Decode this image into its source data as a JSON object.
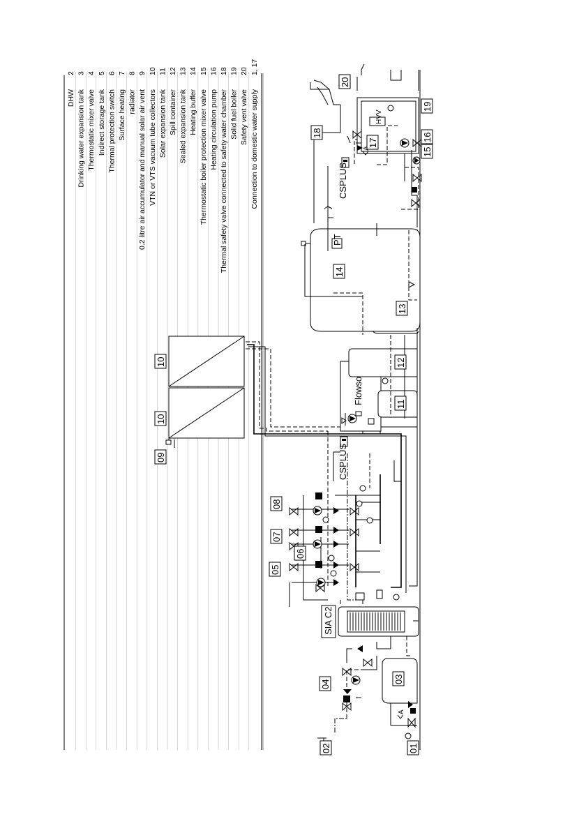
{
  "legend": {
    "items": [
      {
        "code": "2",
        "text": "DHW"
      },
      {
        "code": "3",
        "text": "Drinking water expansion tank"
      },
      {
        "code": "4",
        "text": "Thermostatic mixer valve"
      },
      {
        "code": "5",
        "text": "Indirect storage tank"
      },
      {
        "code": "6",
        "text": "Thermal protection switch"
      },
      {
        "code": "7",
        "text": "Surface heating"
      },
      {
        "code": "8",
        "text": "radiator"
      },
      {
        "code": "9",
        "text": "0.2 litre air accumulator and manual solar air vent"
      },
      {
        "code": "10",
        "text": "VTN or VTS vacuum tube collectors"
      },
      {
        "code": "11",
        "text": "Solar expansion tank"
      },
      {
        "code": "12",
        "text": "Spill container"
      },
      {
        "code": "13",
        "text": "Sealed expansion tank"
      },
      {
        "code": "14",
        "text": "Heating buffer"
      },
      {
        "code": "15",
        "text": "Thermostatic boiler protection mixer valve"
      },
      {
        "code": "16",
        "text": "Heating circulation pump"
      },
      {
        "code": "18",
        "text": "Thermal safety valve connected to safety water chamber"
      },
      {
        "code": "19",
        "text": "Solid fuel boiler"
      },
      {
        "code": "20",
        "text": "Safety vent valve"
      },
      {
        "code": "1, 17",
        "text": "Connection to domestic water supply"
      }
    ]
  },
  "diagram": {
    "tags": {
      "t01": "01",
      "t02": "02",
      "t03": "03",
      "t04": "04",
      "t05": "05",
      "t06": "06",
      "t07": "07",
      "t08": "08",
      "t09": "09",
      "t10a": "10",
      "t10b": "10",
      "t11": "11",
      "t12": "12",
      "t13": "13",
      "t14": "14",
      "t15": "15",
      "t16": "16",
      "t17": "17",
      "t18": "18",
      "t19": "19",
      "t20": "20"
    },
    "tank_sia": "SIA C2",
    "controller_a": "CSPLUS",
    "controller_b": "CSPLUS",
    "flowsol": "Flowsol",
    "buffer": "PT",
    "boiler": "HVV",
    "marker_a1": "A",
    "marker_a2": "A"
  }
}
